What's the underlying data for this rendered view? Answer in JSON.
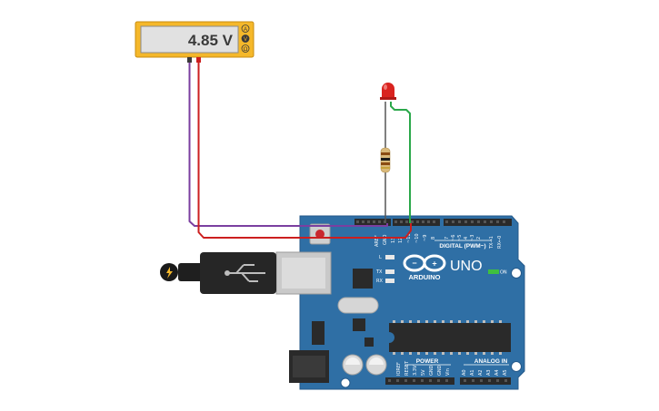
{
  "multimeter": {
    "reading": "4.85 V",
    "mode_buttons": [
      "A",
      "V",
      "Ω"
    ]
  },
  "board": {
    "model": "UNO",
    "brand": "ARDUINO",
    "header_digital": "DIGITAL (PWM~)",
    "header_power": "POWER",
    "header_analog": "ANALOG IN",
    "led_labels": {
      "l": "L",
      "tx": "TX",
      "rx": "RX",
      "on": "ON"
    },
    "top_pins": [
      "AREF",
      "GND",
      "13",
      "12",
      "~11",
      "~10",
      "~9",
      "8",
      "7",
      "~6",
      "~5",
      "4",
      "~3",
      "2",
      "TX→1",
      "RX←0"
    ],
    "power_pins": [
      "IOREF",
      "RESET",
      "3.3V",
      "5V",
      "GND",
      "GND",
      "Vin"
    ],
    "analog_pins": [
      "A0",
      "A1",
      "A2",
      "A3",
      "A4",
      "A5"
    ]
  },
  "colors": {
    "board": "#2f6fa5",
    "multimeter_body": "#f5b82a",
    "wire_purple": "#7b3fa0",
    "wire_red": "#cc1f1f",
    "wire_green": "#2aa84a",
    "led": "#d9231f"
  },
  "icons": {
    "probe": "lightning-icon",
    "logo": "infinity-logo-icon"
  }
}
